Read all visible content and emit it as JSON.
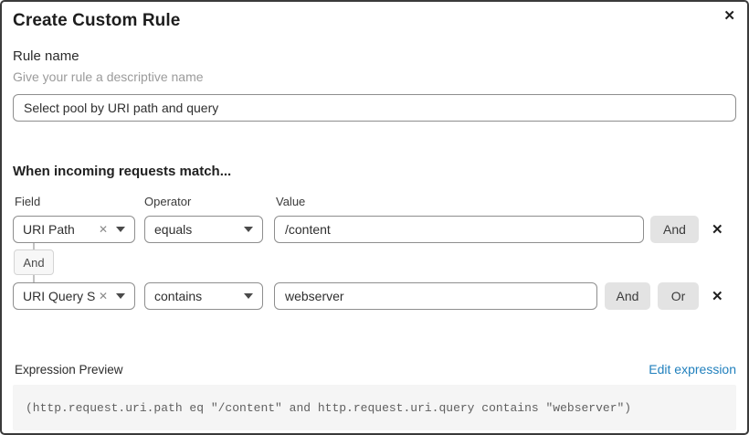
{
  "dialog": {
    "title": "Create Custom Rule",
    "close_icon": "✕"
  },
  "rule_name": {
    "label": "Rule name",
    "hint": "Give your rule a descriptive name",
    "value": "Select pool by URI path and query"
  },
  "match_section": {
    "heading": "When incoming requests match...",
    "columns": {
      "field": "Field",
      "operator": "Operator",
      "value": "Value"
    },
    "rows": [
      {
        "field": "URI Path",
        "operator": "equals",
        "value": "/content",
        "buttons": [
          "And"
        ],
        "clear_icon": "✕",
        "delete_icon": "✕"
      },
      {
        "field": "URI Query St...",
        "operator": "contains",
        "value": "webserver",
        "buttons": [
          "And",
          "Or"
        ],
        "clear_icon": "✕",
        "delete_icon": "✕"
      }
    ],
    "connector_label": "And"
  },
  "expression_preview": {
    "label": "Expression Preview",
    "edit_link": "Edit expression",
    "expression": "(http.request.uri.path eq \"/content\" and http.request.uri.query contains \"webserver\")"
  },
  "colors": {
    "link_blue": "#2180bd",
    "input_border": "#8e8e8e",
    "button_gray": "#e3e3e3",
    "code_background": "#f5f5f5",
    "dialog_border": "#3a3a3a"
  }
}
